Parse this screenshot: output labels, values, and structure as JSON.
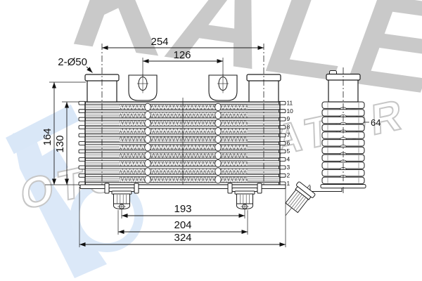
{
  "watermark": {
    "brand": "KALE",
    "subtitle": "OTO RADYATÖR",
    "gray": "#c9c9c9",
    "blue": "#dbe8f8"
  },
  "drawing": {
    "line_color": "#1d1d1d",
    "dimensions": {
      "ports_note": "2-Ø50",
      "top_span": "254",
      "bracket_span": "126",
      "height_total": "164",
      "height_core": "130",
      "pin_span": "193",
      "mount_span": "204",
      "width_total": "324",
      "depth": "64"
    },
    "core": {
      "row_labels": [
        "1",
        "2",
        "3",
        "4",
        "5",
        "6",
        "7",
        "8",
        "9",
        "10",
        "11"
      ]
    }
  }
}
